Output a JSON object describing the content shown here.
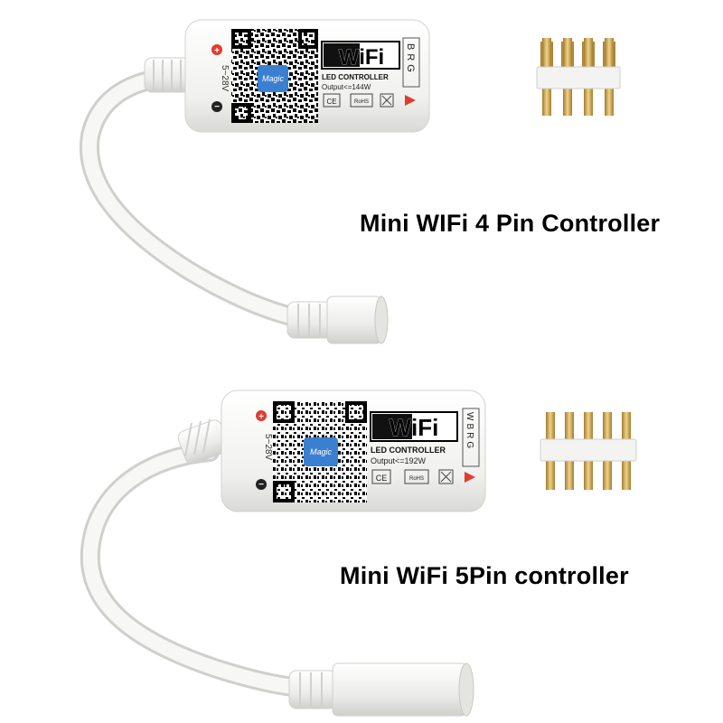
{
  "products": [
    {
      "caption": "Mini WIFi 4 Pin Controller",
      "wifi_logo": "WiFi",
      "model_label": "LED CONTROLLER",
      "output_label": "Output<=144W",
      "voltage_label": "5~28V",
      "pin_letters": "BRG",
      "cert_ce": "CE",
      "cert_rohs": "RoHS",
      "app_badge": "Magic",
      "pin_count": 4
    },
    {
      "caption": "Mini WiFi 5Pin controller",
      "wifi_logo": "WiFi",
      "model_label": "LED CONTROLLER",
      "output_label": "Output<=192W",
      "voltage_label": "5~28V",
      "pin_letters": "WBRG",
      "cert_ce": "CE",
      "cert_rohs": "RoHS",
      "app_badge": "Magic",
      "pin_count": 5
    }
  ],
  "colors": {
    "background": "#ffffff",
    "housing": "#f2f2f0",
    "cable": "#f4f4f4",
    "pin_gold": "#c9a24a",
    "plus_red": "#e23b2e",
    "text": "#000000"
  }
}
